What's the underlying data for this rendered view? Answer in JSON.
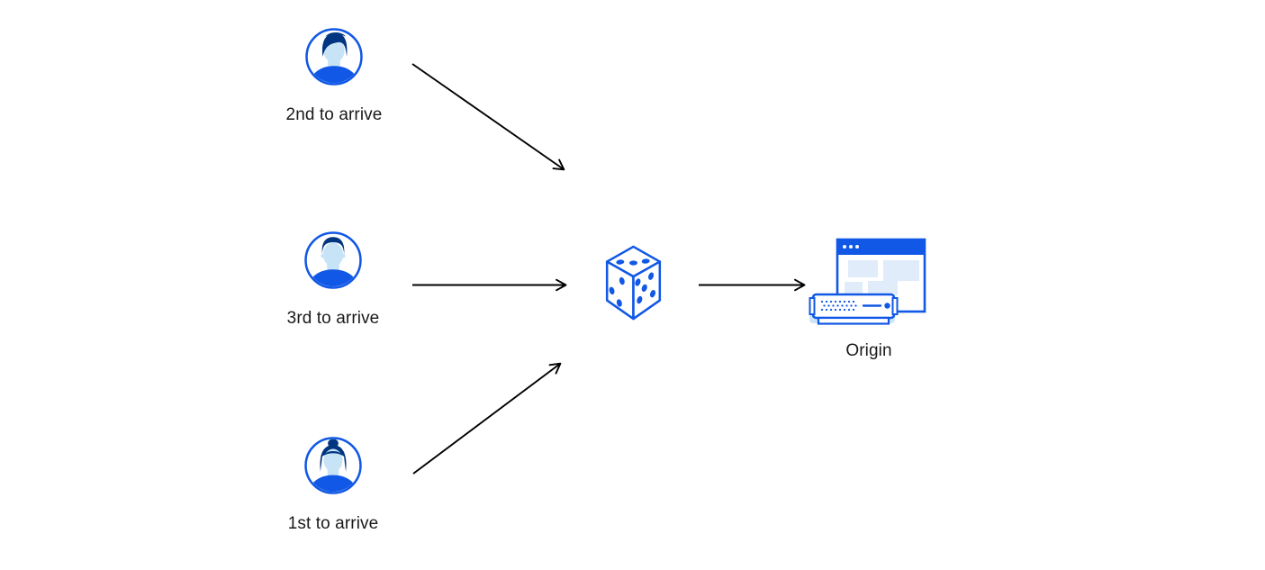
{
  "colors": {
    "primary_blue": "#1158e6",
    "dark_blue": "#003681",
    "face": "#c7e3f6",
    "panel": "#e0ecfa",
    "shadow": "#cde5f6",
    "arrow": "#000000",
    "text": "#1a1a1a"
  },
  "diagram": {
    "nodes": {
      "visitor_second": {
        "label": "2nd to arrive",
        "icon": "visitor-avatar-male-icon"
      },
      "visitor_third": {
        "label": "3rd to arrive",
        "icon": "visitor-avatar-male-2-icon"
      },
      "visitor_first": {
        "label": "1st to arrive",
        "icon": "visitor-avatar-female-icon"
      },
      "random_selector": {
        "label": "",
        "icon": "dice-icon"
      },
      "origin": {
        "label": "Origin",
        "icon": "origin-server-icon"
      }
    },
    "edges": [
      {
        "from": "visitor_second",
        "to": "random_selector"
      },
      {
        "from": "visitor_third",
        "to": "random_selector"
      },
      {
        "from": "visitor_first",
        "to": "random_selector"
      },
      {
        "from": "random_selector",
        "to": "origin"
      }
    ]
  }
}
